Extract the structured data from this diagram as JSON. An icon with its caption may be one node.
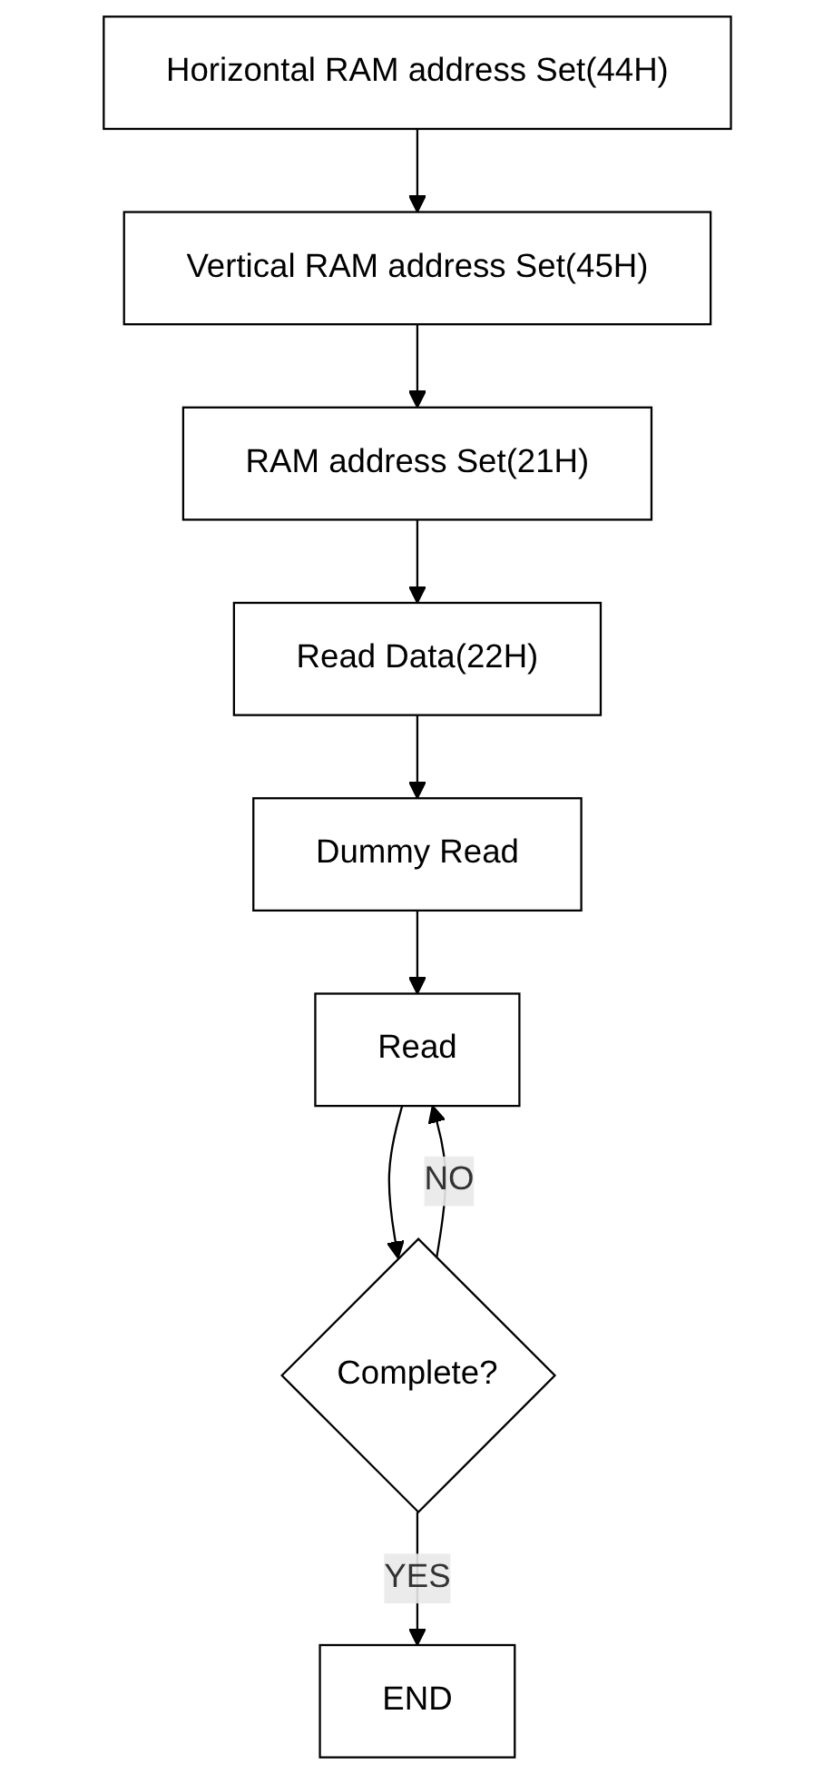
{
  "diagram": {
    "nodes": [
      {
        "text": [
          "Horizontal RAM address Set(44H)"
        ]
      },
      {
        "text": [
          "Vertical RAM address Set(45H)"
        ]
      },
      {
        "text": [
          "RAM address Set(21H)"
        ]
      },
      {
        "text": [
          "Read Data(22H)"
        ]
      },
      {
        "text": [
          "Dummy Read"
        ]
      },
      {
        "text": [
          "Read"
        ]
      },
      {
        "text": [
          "Complete?"
        ]
      },
      {
        "text": [
          "END"
        ]
      }
    ],
    "edges": [
      {
        "from": 0,
        "to": 1,
        "arrow": "to"
      },
      {
        "from": 1,
        "to": 2,
        "arrow": "to"
      },
      {
        "from": 2,
        "to": 3,
        "arrow": "to"
      },
      {
        "from": 3,
        "to": 4,
        "arrow": "to"
      },
      {
        "from": 4,
        "to": 5,
        "arrow": "to"
      },
      {
        "from": 5,
        "to": 6,
        "arrow": "to"
      },
      {
        "from": 6,
        "to": 5,
        "label": "NO",
        "arrow": "to"
      },
      {
        "from": 6,
        "to": 7,
        "label": "YES",
        "arrow": "to"
      }
    ]
  }
}
